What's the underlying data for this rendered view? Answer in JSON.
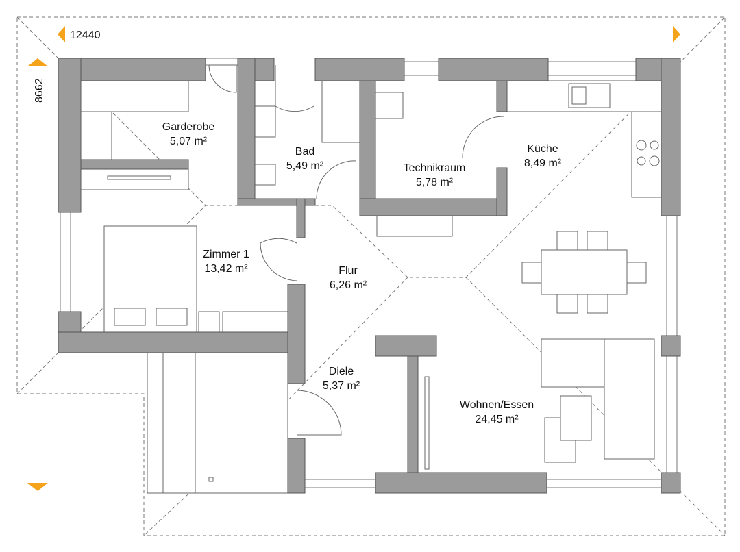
{
  "dimensions": {
    "width_label": "12440",
    "depth_label": "8662"
  },
  "rooms": [
    {
      "name": "Garderobe",
      "area": "5,07 m²"
    },
    {
      "name": "Bad",
      "area": "5,49 m²"
    },
    {
      "name": "Technikraum",
      "area": "5,78 m²"
    },
    {
      "name": "Küche",
      "area": "8,49 m²"
    },
    {
      "name": "Zimmer 1",
      "area": "13,42 m²"
    },
    {
      "name": "Flur",
      "area": "6,26 m²"
    },
    {
      "name": "Diele",
      "area": "5,37 m²"
    },
    {
      "name": "Wohnen/Essen",
      "area": "24,45 m²"
    }
  ],
  "colors": {
    "wall": "#9b9b9b",
    "marker": "#f5a31a"
  }
}
